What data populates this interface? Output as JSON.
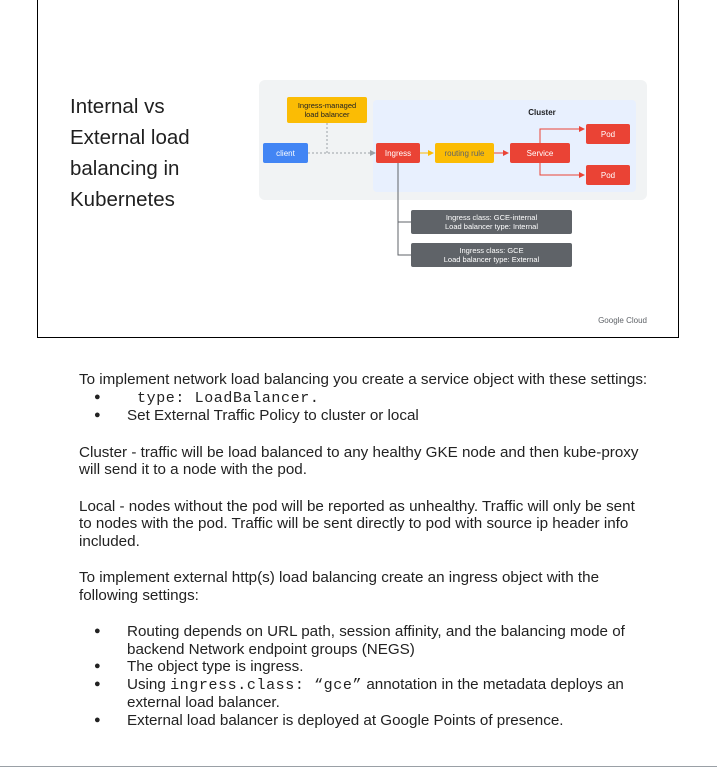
{
  "slide": {
    "title": "Internal vs External load balancing in Kubernetes",
    "footer_logo": "Google Cloud",
    "diagram": {
      "cluster_label": "Cluster",
      "ingress_managed_lb": [
        "Ingress-managed",
        "load balancer"
      ],
      "client": "client",
      "ingress": "Ingress",
      "routing_rule": "routing rule",
      "service": "Service",
      "pod": "Pod",
      "callout_internal": [
        "Ingress class: GCE-internal",
        "Load balancer type: Internal"
      ],
      "callout_external": [
        "Ingress class: GCE",
        "Load balancer type: External"
      ],
      "colors": {
        "panel": "#f1f3f4",
        "cluster": "#e8f0fe",
        "yellow": "#fbbc04",
        "blue": "#4285f4",
        "red": "#ea4335",
        "gray": "#5f6368"
      }
    }
  },
  "notes": {
    "p1": "To implement network load balancing you create a service object with these settings:",
    "p1_code_bullet": "type: LoadBalancer.",
    "p1_bullet2": "Set External Traffic Policy to cluster or local",
    "p2": "Cluster - traffic will be load balanced to any healthy GKE node and then kube-proxy will send it to a node with the pod.",
    "p3": "Local - nodes without the pod will be reported as unhealthy. Traffic will only be sent to nodes with the pod. Traffic will be sent directly to pod with source ip header info included.",
    "p4": "To implement external http(s) load balancing create an ingress object with the following settings:",
    "b1": "Routing depends on URL path, session affinity, and the balancing mode of backend Network endpoint groups (NEGS)",
    "b2": "The object type is ingress.",
    "b3_pre": "Using ",
    "b3_code": "ingress.class: “gce”",
    "b3_post": " annotation in the metadata deploys an external load balancer.",
    "b4": "External load balancer is deployed at Google Points of presence."
  }
}
